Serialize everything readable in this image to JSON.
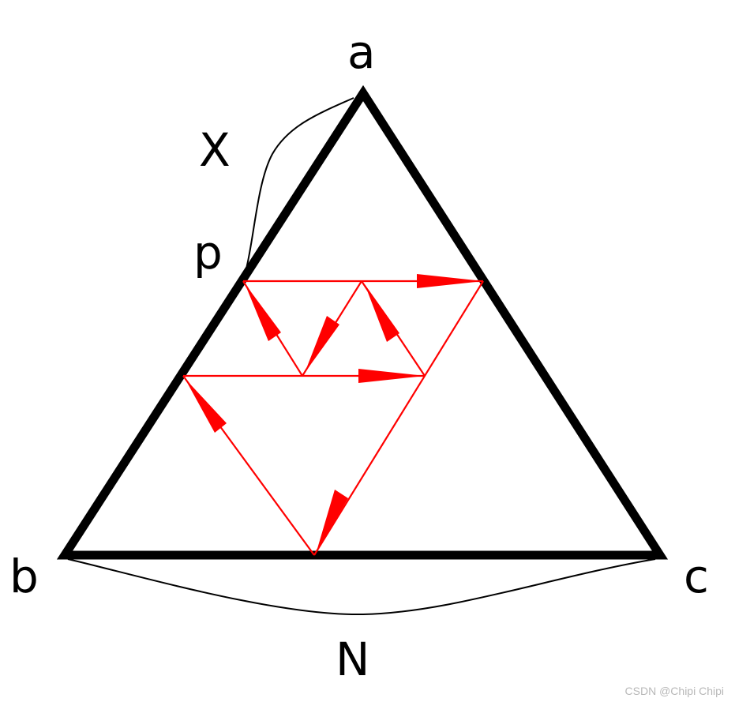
{
  "diagram": {
    "labels": {
      "a": "a",
      "b": "b",
      "c": "c",
      "p": "p",
      "x": "X",
      "n": "N"
    },
    "watermark": "CSDN @Chipi Chipi",
    "colors": {
      "triangle": "#000000",
      "path": "#ff0000",
      "brace": "#000000",
      "background": "#ffffff"
    }
  }
}
